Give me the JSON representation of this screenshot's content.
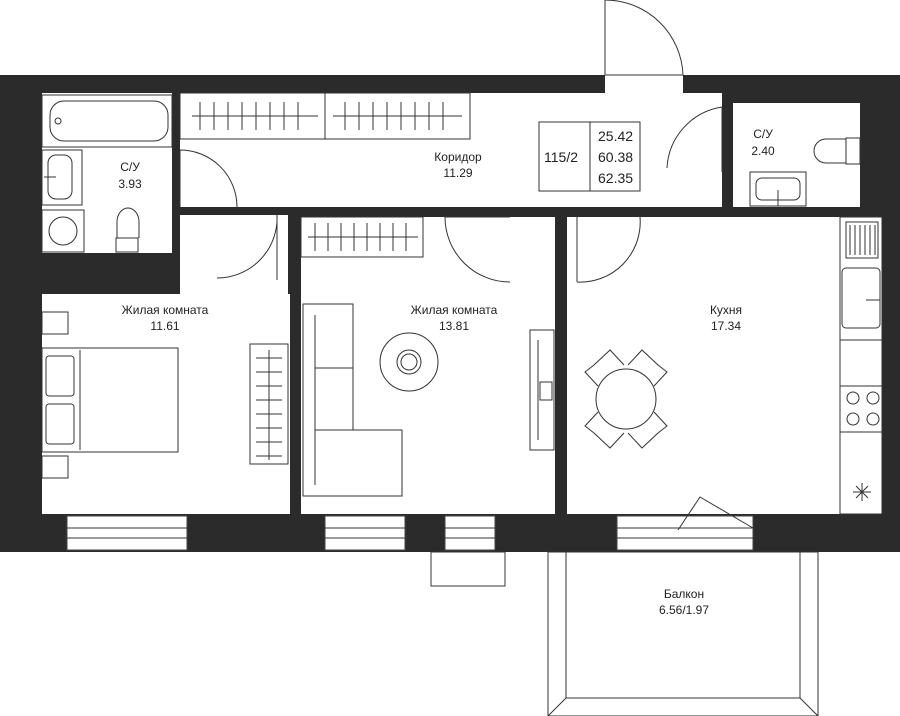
{
  "apartment": {
    "number": "115/2",
    "areas": [
      "25.42",
      "60.38",
      "62.35"
    ]
  },
  "rooms": {
    "bath_left": {
      "name": "С/У",
      "area": "3.93"
    },
    "corridor": {
      "name": "Коридор",
      "area": "11.29"
    },
    "bath_right": {
      "name": "С/У",
      "area": "2.40"
    },
    "bedroom": {
      "name": "Жилая комната",
      "area": "11.61"
    },
    "living": {
      "name": "Жилая комната",
      "area": "13.81"
    },
    "kitchen": {
      "name": "Кухня",
      "area": "17.34"
    },
    "balcony": {
      "name": "Балкон",
      "area": "6.56/1.97"
    }
  },
  "colors": {
    "wall": "#2b2b2b",
    "line": "#333333",
    "background": "#ffffff"
  }
}
